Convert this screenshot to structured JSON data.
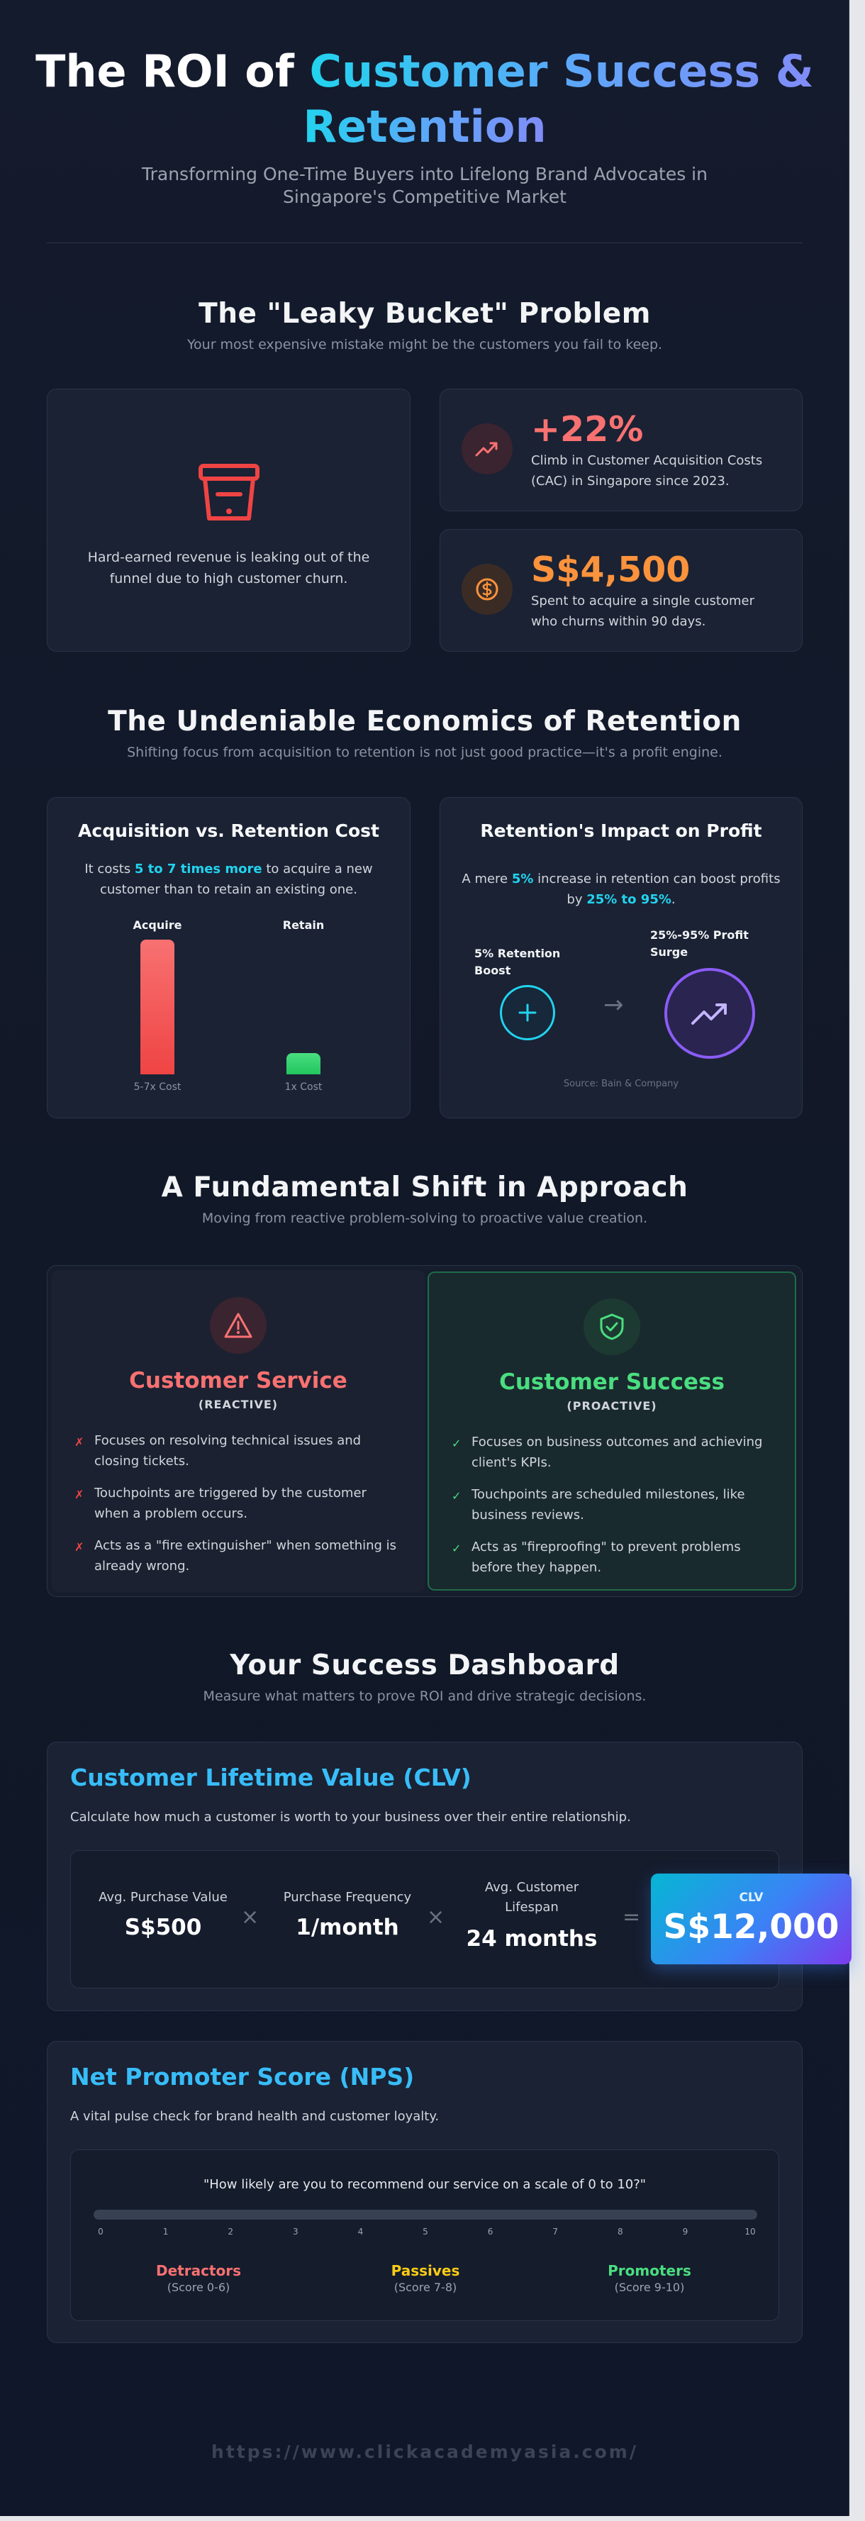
{
  "hero": {
    "title_plain": "The ROI of ",
    "title_accent_1": "Customer Success &",
    "title_accent_2": "Retention",
    "subtitle": "Transforming One-Time Buyers into Lifelong Brand Advocates in Singapore's Competitive Market"
  },
  "leaky": {
    "title": "The \"Leaky Bucket\" Problem",
    "subtitle": "Your most expensive mistake might be the customers you fail to keep.",
    "bucket_icon": "bucket-icon",
    "bucket_text": "Hard-earned revenue is leaking out of the funnel due to high customer churn.",
    "stats": [
      {
        "icon": "trending-up-icon",
        "value": "+22%",
        "desc": "Climb in Customer Acquisition Costs (CAC) in Singapore since 2023.",
        "color": "#f87171"
      },
      {
        "icon": "currency-icon",
        "value": "S$4,500",
        "desc": "Spent to acquire a single customer who churns within 90 days.",
        "color": "#fb923c"
      }
    ]
  },
  "economics": {
    "title": "The Undeniable Economics of Retention",
    "subtitle": "Shifting focus from acquisition to retention is not just good practice—it's a profit engine.",
    "cost_card": {
      "title": "Acquisition vs. Retention Cost",
      "text_before": "It costs ",
      "text_highlight": "5 to 7 times more",
      "text_after": " to acquire a new customer than to retain an existing one.",
      "bars": [
        {
          "label": "Acquire",
          "foot": "5-7x Cost",
          "value": 6,
          "color": "#ef4444"
        },
        {
          "label": "Retain",
          "foot": "1x Cost",
          "value": 1,
          "color": "#22c55e"
        }
      ]
    },
    "profit_card": {
      "title": "Retention's Impact on Profit",
      "text_1": "A mere ",
      "text_2": "5%",
      "text_3": " increase in retention can boost profits by ",
      "text_4": "25% to 95%",
      "text_5": ".",
      "left_label": "5% Retention Boost",
      "right_label": "25%-95% Profit Surge",
      "arrow": "→",
      "source": "Source: Bain & Company"
    }
  },
  "shift": {
    "title": "A Fundamental Shift in Approach",
    "subtitle": "Moving from reactive problem-solving to proactive value creation.",
    "service": {
      "icon": "warning-icon",
      "title": "Customer Service",
      "tag": "(REACTIVE)",
      "marker": "✗",
      "items": [
        "Focuses on resolving technical issues and closing tickets.",
        "Touchpoints are triggered by the customer when a problem occurs.",
        "Acts as a \"fire extinguisher\" when something is already wrong."
      ]
    },
    "success": {
      "icon": "shield-check-icon",
      "title": "Customer Success",
      "tag": "(PROACTIVE)",
      "marker": "✓",
      "items": [
        "Focuses on business outcomes and achieving client's KPIs.",
        "Touchpoints are scheduled milestones, like business reviews.",
        "Acts as \"fireproofing\" to prevent problems before they happen."
      ]
    }
  },
  "dashboard": {
    "title": "Your Success Dashboard",
    "subtitle": "Measure what matters to prove ROI and drive strategic decisions.",
    "clv": {
      "title": "Customer Lifetime Value (CLV)",
      "desc": "Calculate how much a customer is worth to your business over their entire relationship.",
      "terms": [
        {
          "label": "Avg. Purchase Value",
          "value": "S$500"
        },
        {
          "label": "Purchase Frequency",
          "value": "1/month"
        },
        {
          "label": "Avg. Customer Lifespan",
          "value": "24 months"
        }
      ],
      "times": "×",
      "equals": "=",
      "result_label": "CLV",
      "result_value": "S$12,000"
    },
    "nps": {
      "title": "Net Promoter Score (NPS)",
      "desc": "A vital pulse check for brand health and customer loyalty.",
      "question": "\"How likely are you to recommend our service on a scale of 0 to 10?\"",
      "scale": [
        "0",
        "1",
        "2",
        "3",
        "4",
        "5",
        "6",
        "7",
        "8",
        "9",
        "10"
      ],
      "segments": [
        {
          "name": "Detractors",
          "range": "(Score 0-6)",
          "color": "#f87171"
        },
        {
          "name": "Passives",
          "range": "(Score 7-8)",
          "color": "#facc15"
        },
        {
          "name": "Promoters",
          "range": "(Score 9-10)",
          "color": "#4ade80"
        }
      ]
    }
  },
  "footer": {
    "url": "https://www.clickacademyasia.com/"
  }
}
